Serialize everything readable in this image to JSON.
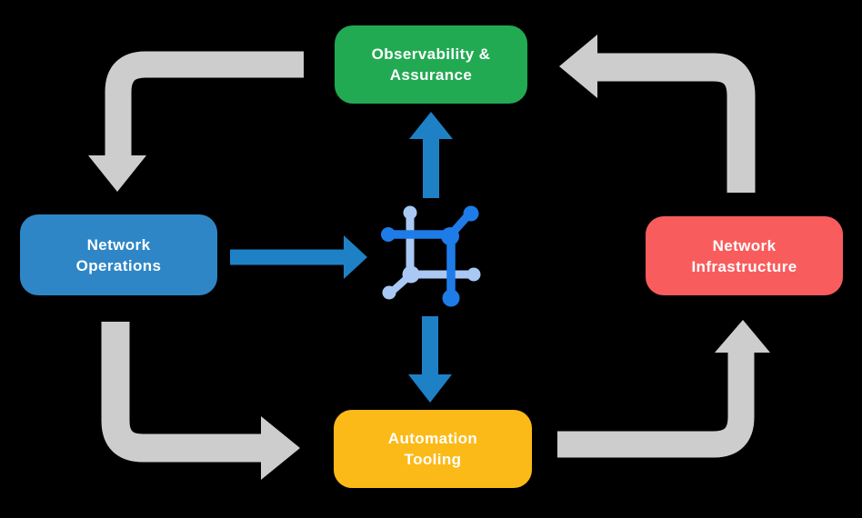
{
  "colors": {
    "background": "#000000",
    "flow_arrow": "#CDCDCD",
    "data_arrow": "#1E81C6",
    "icon_dark": "#1E7CE8",
    "icon_light": "#A9C9F4",
    "node_text": "#FFFFFF",
    "node_observability": "#22AA53",
    "node_operations": "#2E86C6",
    "node_infrastructure": "#F95C5C",
    "node_automation": "#FBBA17"
  },
  "nodes": {
    "observability": {
      "line1": "Observability &",
      "line2": "Assurance"
    },
    "operations": {
      "line1": "Network",
      "line2": "Operations"
    },
    "infrastructure": {
      "line1": "Network",
      "line2": "Infrastructure"
    },
    "automation": {
      "line1": "Automation",
      "line2": "Tooling"
    }
  },
  "icons": {
    "center": "network-node-icon"
  }
}
